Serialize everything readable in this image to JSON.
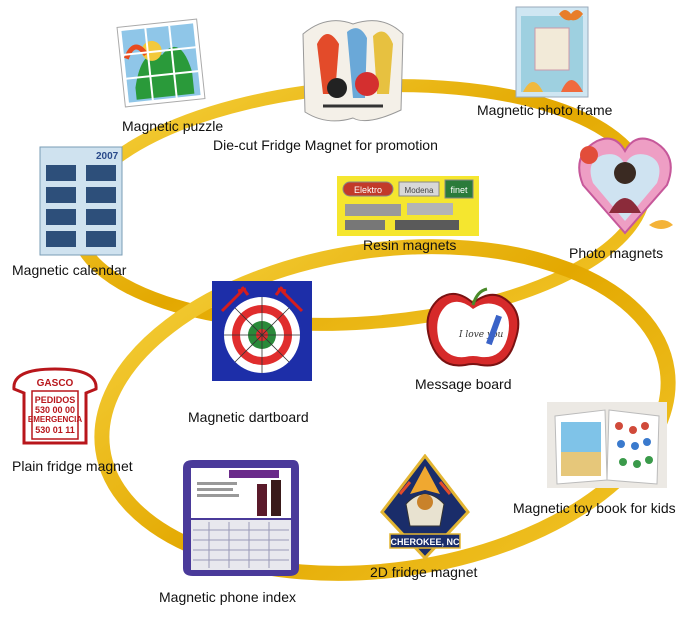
{
  "diagram": {
    "colors": {
      "ring": "#e3ad00",
      "ring_light": "#f4cf3c",
      "accent_red": "#c8141c",
      "accent_blue": "#2035a0"
    },
    "items": [
      {
        "id": "magnetic-puzzle",
        "label": "Magnetic puzzle",
        "icon": "puzzle-icon"
      },
      {
        "id": "die-cut",
        "label": "Die-cut Fridge Magnet for promotion",
        "icon": "die-cut-birds-icon"
      },
      {
        "id": "photo-frame",
        "label": "Magnetic photo frame",
        "icon": "photo-frame-icon"
      },
      {
        "id": "photo-magnets",
        "label": "Photo magnets",
        "icon": "heart-photo-icon"
      },
      {
        "id": "resin",
        "label": "Resin magnets",
        "icon": "resin-badges-icon"
      },
      {
        "id": "calendar",
        "label": "Magnetic calendar",
        "icon": "calendar-icon"
      },
      {
        "id": "dartboard",
        "label": "Magnetic dartboard",
        "icon": "dartboard-icon"
      },
      {
        "id": "message-board",
        "label": "Message board",
        "icon": "apple-board-icon"
      },
      {
        "id": "plain",
        "label": "Plain fridge magnet",
        "icon": "telephone-magnet-icon"
      },
      {
        "id": "toy-book",
        "label": "Magnetic toy book for kids",
        "icon": "toy-book-icon"
      },
      {
        "id": "2d",
        "label": "2D fridge magnet",
        "icon": "cherokee-badge-icon"
      },
      {
        "id": "phone-index",
        "label": "Magnetic phone index",
        "icon": "phone-index-icon"
      }
    ],
    "image_text": {
      "gasco": {
        "brand": "GASCO",
        "line1": "PEDIDOS",
        "line2": "530 00 00",
        "line3": "EMERGENCIA",
        "line4": "530 01 11"
      },
      "cherokee": "CHEROKEE, NC",
      "resin_badges": [
        "Elektro",
        "Modena",
        "finet"
      ],
      "calendar_year": "2007",
      "message_board_note": "I love you"
    }
  }
}
